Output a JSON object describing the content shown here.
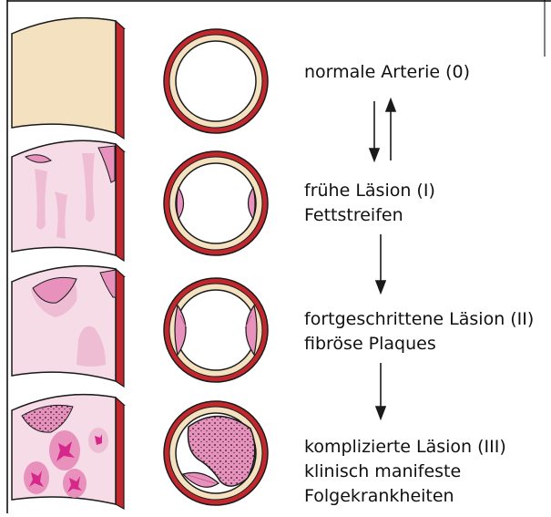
{
  "stages": [
    {
      "id": "stage-0",
      "lines": [
        "normale Arterie (0)"
      ]
    },
    {
      "id": "stage-1",
      "lines": [
        "frühe Läsion (I)",
        "Fettstreifen"
      ]
    },
    {
      "id": "stage-2",
      "lines": [
        "fortgeschrittene Läsion (II)",
        "fibröse Plaques"
      ]
    },
    {
      "id": "stage-3",
      "lines": [
        "komplizierte Läsion (III)",
        "klinisch manifeste",
        "Folgekrankheiten"
      ]
    }
  ],
  "colors": {
    "adventitia": "#c0282e",
    "media": "#f3e1bf",
    "intima": "#f6dce6",
    "fatty_streak": "#eebdd4",
    "plaque": "#e891bd",
    "hemorrhage": "#d6288a",
    "outline": "#1a1a1a"
  }
}
